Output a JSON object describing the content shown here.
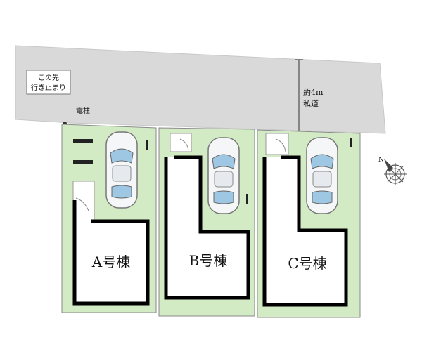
{
  "road": {
    "sign_line1": "この先",
    "sign_line2": "行き止まり",
    "width_label": "約4m",
    "road_label": "私道",
    "pole_label": "電柱"
  },
  "lots": [
    {
      "label": "A号棟"
    },
    {
      "label": "B号棟"
    },
    {
      "label": "C号棟"
    }
  ],
  "compass": {
    "north_label": "N"
  },
  "colors": {
    "road": "#d9d9d9",
    "lot_green": "#d3ebc5",
    "building_fill": "#ffffff",
    "wall_black": "#000000"
  }
}
